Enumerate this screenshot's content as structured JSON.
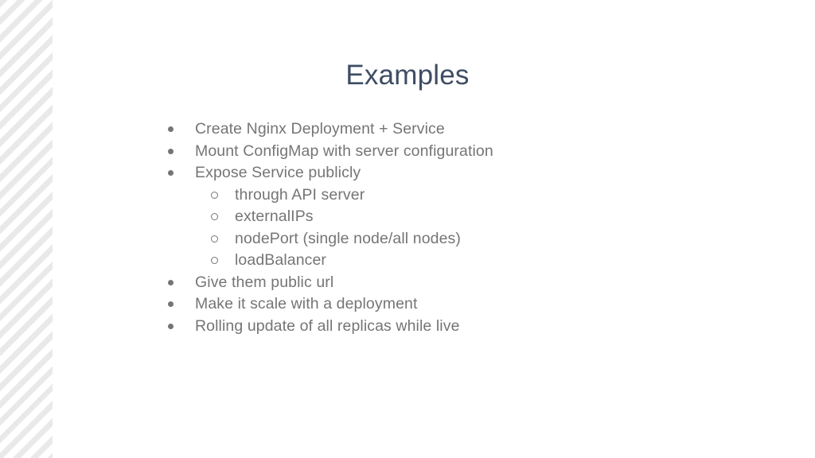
{
  "slide": {
    "title": "Examples",
    "bullets": [
      {
        "level": 1,
        "text": "Create Nginx Deployment + Service"
      },
      {
        "level": 1,
        "text": "Mount ConfigMap with server configuration"
      },
      {
        "level": 1,
        "text": "Expose Service publicly"
      },
      {
        "level": 2,
        "text": "through API server"
      },
      {
        "level": 2,
        "text": "externalIPs"
      },
      {
        "level": 2,
        "text": "nodePort (single node/all nodes)"
      },
      {
        "level": 2,
        "text": "loadBalancer"
      },
      {
        "level": 1,
        "text": "Give them public url"
      },
      {
        "level": 1,
        "text": "Make it scale with a deployment"
      },
      {
        "level": 1,
        "text": "Rolling update of all replicas while live"
      }
    ],
    "colors": {
      "background": "#ffffff",
      "title": "#3e4d63",
      "body_text": "#757575",
      "stripe": "#e9e9e9"
    },
    "icons": {
      "level1_marker": "filled-circle",
      "level2_marker": "hollow-circle"
    }
  }
}
